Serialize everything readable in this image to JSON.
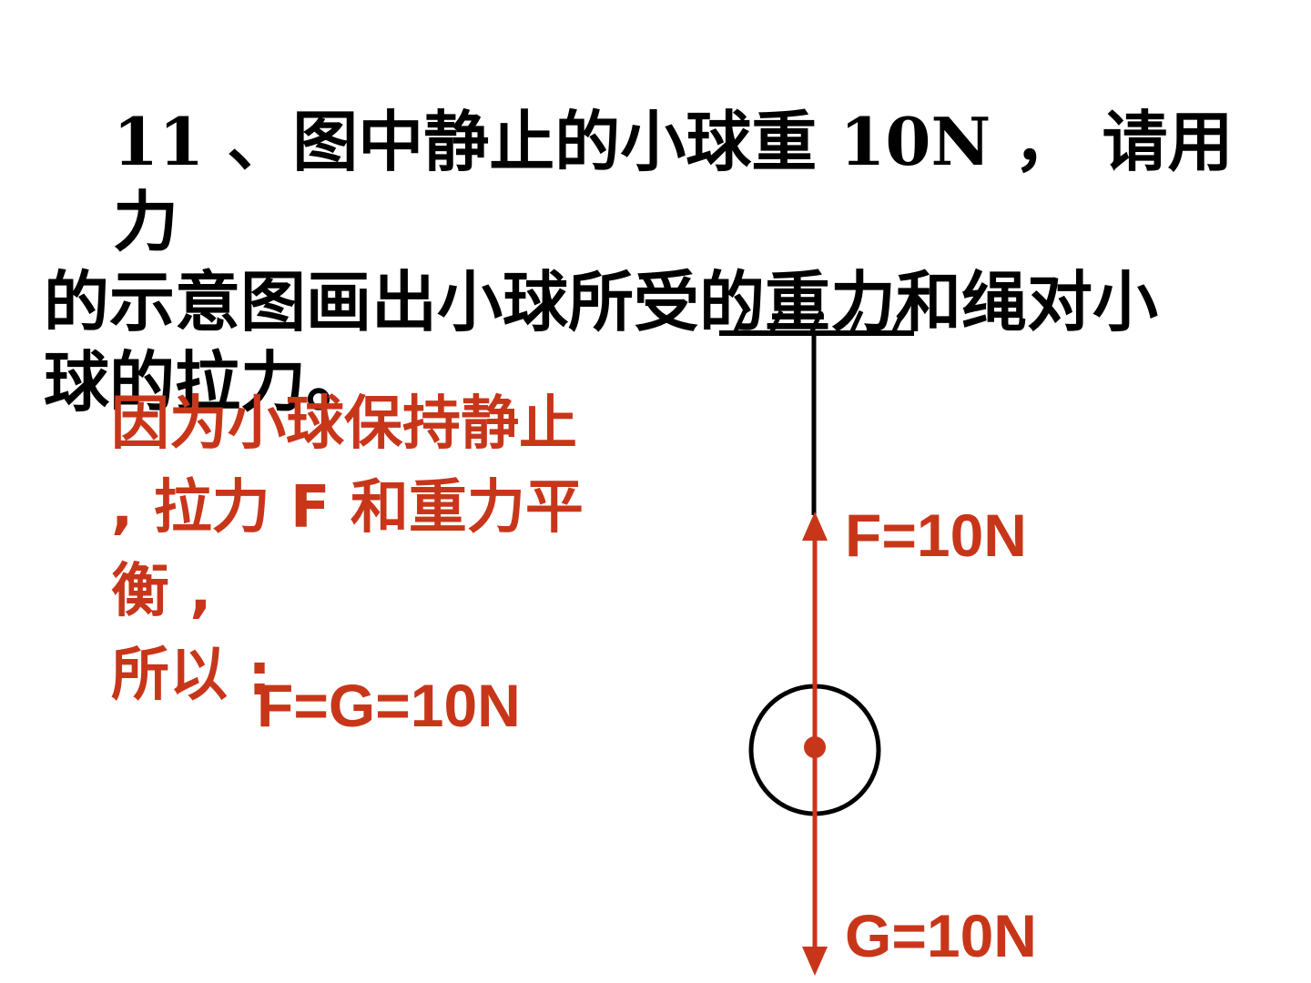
{
  "question": {
    "line1": "11 、图中静止的小球重 10N ， 请用力",
    "line2": "的示意图画出小球所受的重力和绳对小",
    "line3": "球的拉力。"
  },
  "explanation": {
    "line1": "因为小球保持静止",
    "line2": ", 拉力 F 和重力平",
    "line3": "衡 ,",
    "line4": "所以 :"
  },
  "conclusion": "F=G=10N",
  "forces": {
    "tension_label": "F=10N",
    "gravity_label": "G=10N"
  },
  "colors": {
    "text": "#000000",
    "accent": "#c8361a"
  }
}
